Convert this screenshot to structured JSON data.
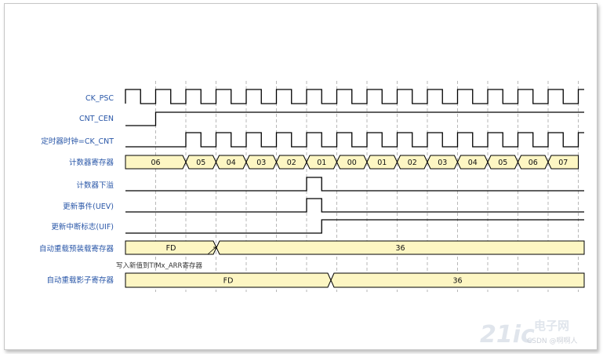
{
  "signals": {
    "ck_psc": "CK_PSC",
    "cnt_cen": "CNT_CEN",
    "ck_cnt": "定时器时钟=CK_CNT",
    "counter": "计数器寄存器",
    "underflow": "计数器下溢",
    "uev": "更新事件(UEV)",
    "uif": "更新中断标志(UIF)",
    "preload": "自动重载预装载寄存器",
    "shadow": "自动重载影子寄存器"
  },
  "counter_values": [
    "06",
    "05",
    "04",
    "03",
    "02",
    "01",
    "00",
    "01",
    "02",
    "03",
    "04",
    "05",
    "06",
    "07"
  ],
  "preload_values": [
    "FD",
    "36"
  ],
  "shadow_values": [
    "FD",
    "36"
  ],
  "note": "写入新值到TIMx_ARR寄存器",
  "watermark": {
    "logo": "21ic",
    "cn": "电子网",
    "sub": "CSDN @啊啊人"
  },
  "colors": {
    "label": "#2a57a8",
    "bus_fill": "#fdf6c3",
    "line": "#000000",
    "grid": "#9a9a9a"
  }
}
